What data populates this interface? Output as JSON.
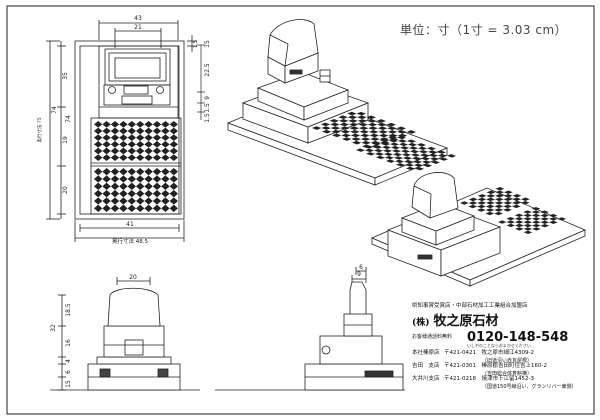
{
  "unit_note": "単位：寸（1寸 = 3.03 cm）",
  "plan": {
    "dim_top_overall": "43",
    "dim_top_inner": "21",
    "dim_depth_label": "奥行寸法 75",
    "dim_depth_overall": "74",
    "dim_depth_top": "35",
    "dim_depth_mid": "19",
    "dim_depth_bottom": "20",
    "dim_depth_total": "74",
    "dim_edge_right": "1.5",
    "dim_bottom_inner": "41",
    "dim_bottom_overall": "奥行寸法 48.5"
  },
  "iso_dims": {
    "d1": "15",
    "d2": "22.5",
    "d3": "9",
    "d4": "1.5",
    "d5": "1.5"
  },
  "front": {
    "dim_width": "20",
    "dim_total": "32",
    "dim_stone": "18.5",
    "dim_mid": "16",
    "dim_a": "4",
    "dim_b": "6",
    "dim_c": "15"
  },
  "side": {
    "dim_top": "9",
    "dim_cap": "6"
  },
  "company": {
    "tagline1": "県知事賞受賞店・中部石材加工工業組合加盟店",
    "tagline2": "",
    "kabushiki": "(株)",
    "brand": "牧之原石材",
    "free_label": "お客様通話料無料",
    "phone": "0120-148-548",
    "phone_note": "いしやのことならおまかせください",
    "branches": [
      {
        "name": "本社榛原店",
        "address": "〒421-0421　牧之原市細江4309-2",
        "note": "（旧道沿い赤瓦屋根）"
      },
      {
        "name": "吉田　支店",
        "address": "〒421-0301　榛原郡吉田町住吉上160-2",
        "note": "（吉田総合体育館横）"
      },
      {
        "name": "大井川支店",
        "address": "〒421-0218　焼津市下江留1452-3",
        "note": "（国道150号線沿い、グランリバー東側）"
      }
    ]
  }
}
